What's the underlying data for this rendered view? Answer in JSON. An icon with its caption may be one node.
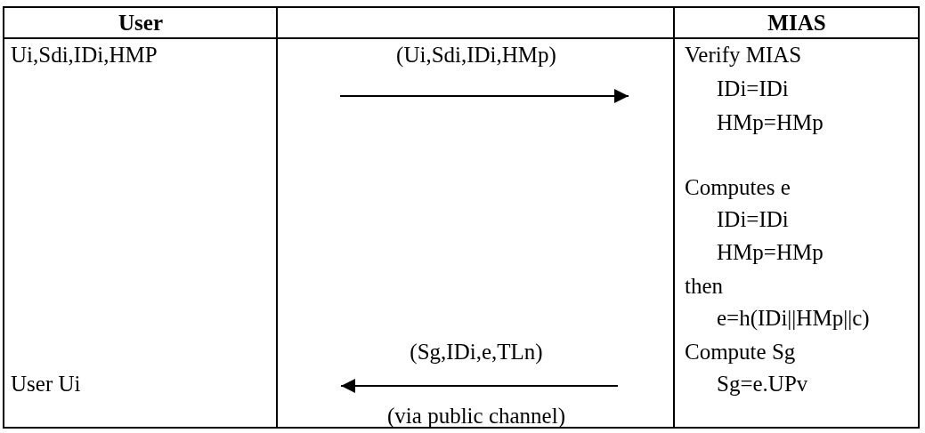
{
  "diagram": {
    "labels": [
      "User",
      "MIAS",
      "Ui,Sdi,IDi,HMP",
      "(Ui,Sdi,IDi,HMp)",
      "Verify MIAS",
      "IDi=IDi",
      "HMp=HMp",
      "Computes e",
      "IDi=IDi",
      "HMp=HMp",
      "then",
      "e=h(IDi||HMp||c)",
      "(Sg,IDi,e,TLn)",
      "Compute Sg",
      "User Ui",
      "Sg=e.UPv",
      "(via public channel)"
    ]
  }
}
